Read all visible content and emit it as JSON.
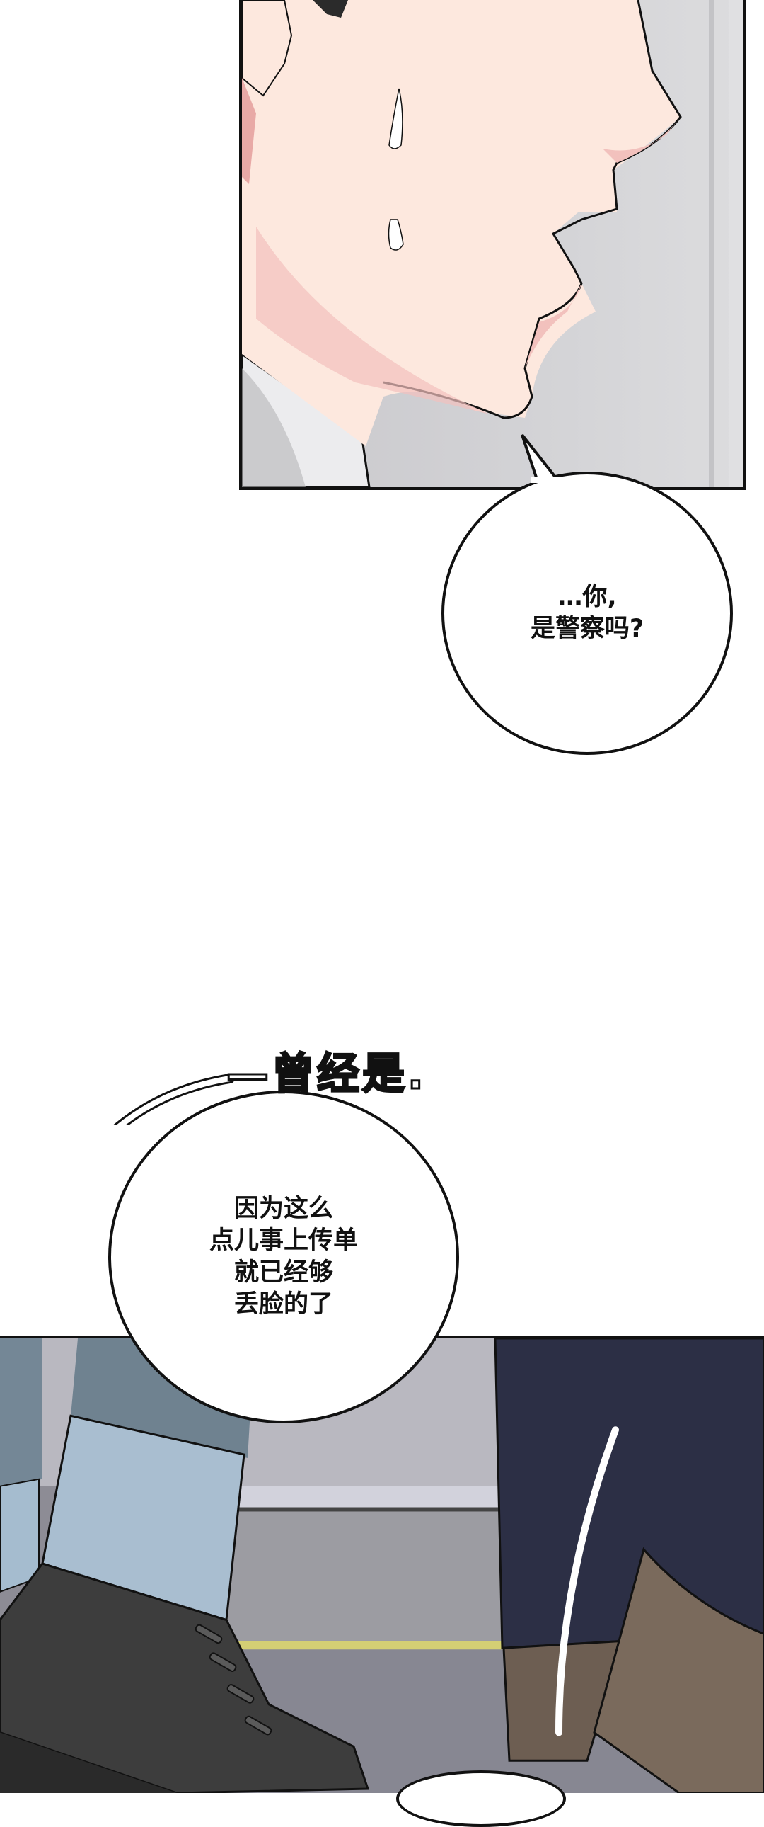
{
  "page": {
    "type": "webtoon-comic-strip",
    "background": "#ffffff"
  },
  "panels": [
    {
      "id": "top",
      "description": "Close-up of man's face in profile, sweating, mouth open",
      "colors": {
        "skin": "#fde8de",
        "skin_shadow": "#f2c1bd",
        "background": "#d0d0d3",
        "shirt": "#e8e8e8"
      }
    },
    {
      "id": "bottom",
      "description": "Feet of two people standing on a street; black sneakers with light blue jeans cuffs, brown dress shoes with navy trousers",
      "colors": {
        "ground": "#8d8c95",
        "jeans": "#a9bed0",
        "sneaker": "#3d3d3d",
        "trousers": "#2c2f45",
        "dress_shoe": "#6d5e52",
        "yellow_line": "#d4cf74"
      }
    }
  ],
  "bubbles": [
    {
      "id": "bubble1",
      "text": "…你,\n是警察吗?"
    },
    {
      "id": "bubble2",
      "text": "因为这么\n点儿事上传单\n就已经够\n丢脸的了"
    }
  ],
  "sfx": {
    "text": "—曾经是."
  }
}
